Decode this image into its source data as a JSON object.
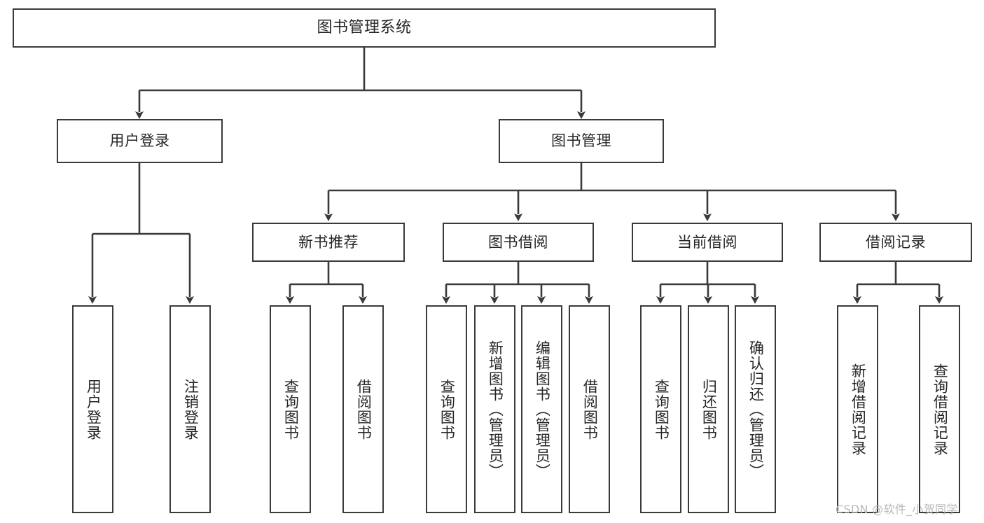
{
  "diagram": {
    "title": "图书管理系统",
    "type": "功能结构图",
    "watermark": "CSDN @软件_小贺同学",
    "colors": {
      "background": "#ffffff",
      "box_border": "#3a3a3a",
      "connector": "#3a3a3a",
      "text": "#262626",
      "watermark": "#b9b9b9"
    },
    "nodes": {
      "root": {
        "label": "图书管理系统"
      },
      "level1": [
        {
          "id": "user-login",
          "label": "用户登录"
        },
        {
          "id": "book-manage",
          "label": "图书管理"
        }
      ],
      "level2": [
        {
          "id": "new-book-recommend",
          "label": "新书推荐"
        },
        {
          "id": "book-borrow",
          "label": "图书借阅"
        },
        {
          "id": "current-borrow",
          "label": "当前借阅"
        },
        {
          "id": "borrow-record",
          "label": "借阅记录"
        }
      ],
      "leaves": {
        "user-login": [
          {
            "id": "leaf-user-login",
            "label": "用户登录"
          },
          {
            "id": "leaf-logout-login",
            "label": "注销登录"
          }
        ],
        "new-book-recommend": [
          {
            "id": "leaf-query-book-1",
            "label": "查询图书"
          },
          {
            "id": "leaf-borrow-book-1",
            "label": "借阅图书"
          }
        ],
        "book-borrow": [
          {
            "id": "leaf-query-book-2",
            "label": "查询图书"
          },
          {
            "id": "leaf-add-book",
            "label": "新增图书（管理员）"
          },
          {
            "id": "leaf-edit-book",
            "label": "编辑图书（管理员）"
          },
          {
            "id": "leaf-borrow-book-2",
            "label": "借阅图书"
          }
        ],
        "current-borrow": [
          {
            "id": "leaf-query-book-3",
            "label": "查询图书"
          },
          {
            "id": "leaf-return-book",
            "label": "归还图书"
          },
          {
            "id": "leaf-confirm-return",
            "label": "确认归还（管理员）"
          }
        ],
        "borrow-record": [
          {
            "id": "leaf-add-record",
            "label": "新增借阅记录"
          },
          {
            "id": "leaf-query-record",
            "label": "查询借阅记录"
          }
        ]
      }
    }
  }
}
